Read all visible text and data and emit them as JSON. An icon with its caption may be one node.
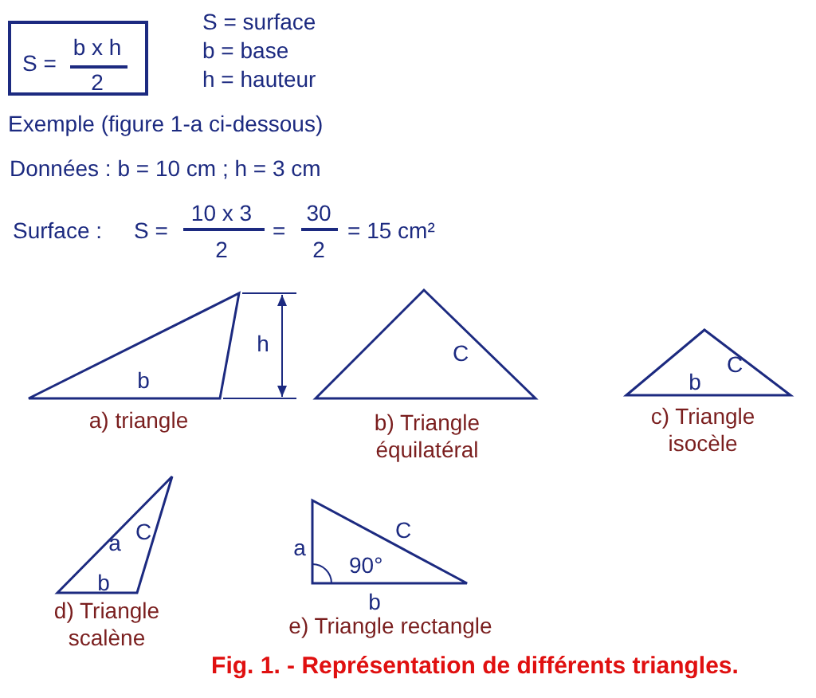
{
  "diagram": {
    "caption": "Fig. 1. - Représentation de différents triangles.",
    "nodes": [
      {
        "text": [
          "S =",
          "b x h",
          "2"
        ]
      },
      {
        "text": [
          "b"
        ],
        "beside": [
          "a) triangle"
        ]
      },
      {
        "text": [
          "C"
        ],
        "beside": [
          "b) Triangle équilatéral"
        ]
      },
      {
        "text": [
          "b",
          "C"
        ],
        "beside": [
          "c) Triangle isocèle"
        ]
      },
      {
        "text": [
          "a",
          "C",
          "b"
        ],
        "beside": [
          "d) Triangle scalène"
        ]
      },
      {
        "text": [
          "90°"
        ],
        "beside": [
          "a",
          "C",
          "b",
          "e) Triangle rectangle"
        ]
      }
    ],
    "edges": [],
    "labels": [
      "S = surface",
      "b = base",
      "h = hauteur",
      "Exemple (figure 1-a ci-dessous)",
      "Données : b = 10 cm ; h = 3 cm",
      "Surface :",
      "S =",
      "10 x 3",
      "2",
      "=",
      "30",
      "2",
      "= 15 cm²",
      "h"
    ]
  }
}
